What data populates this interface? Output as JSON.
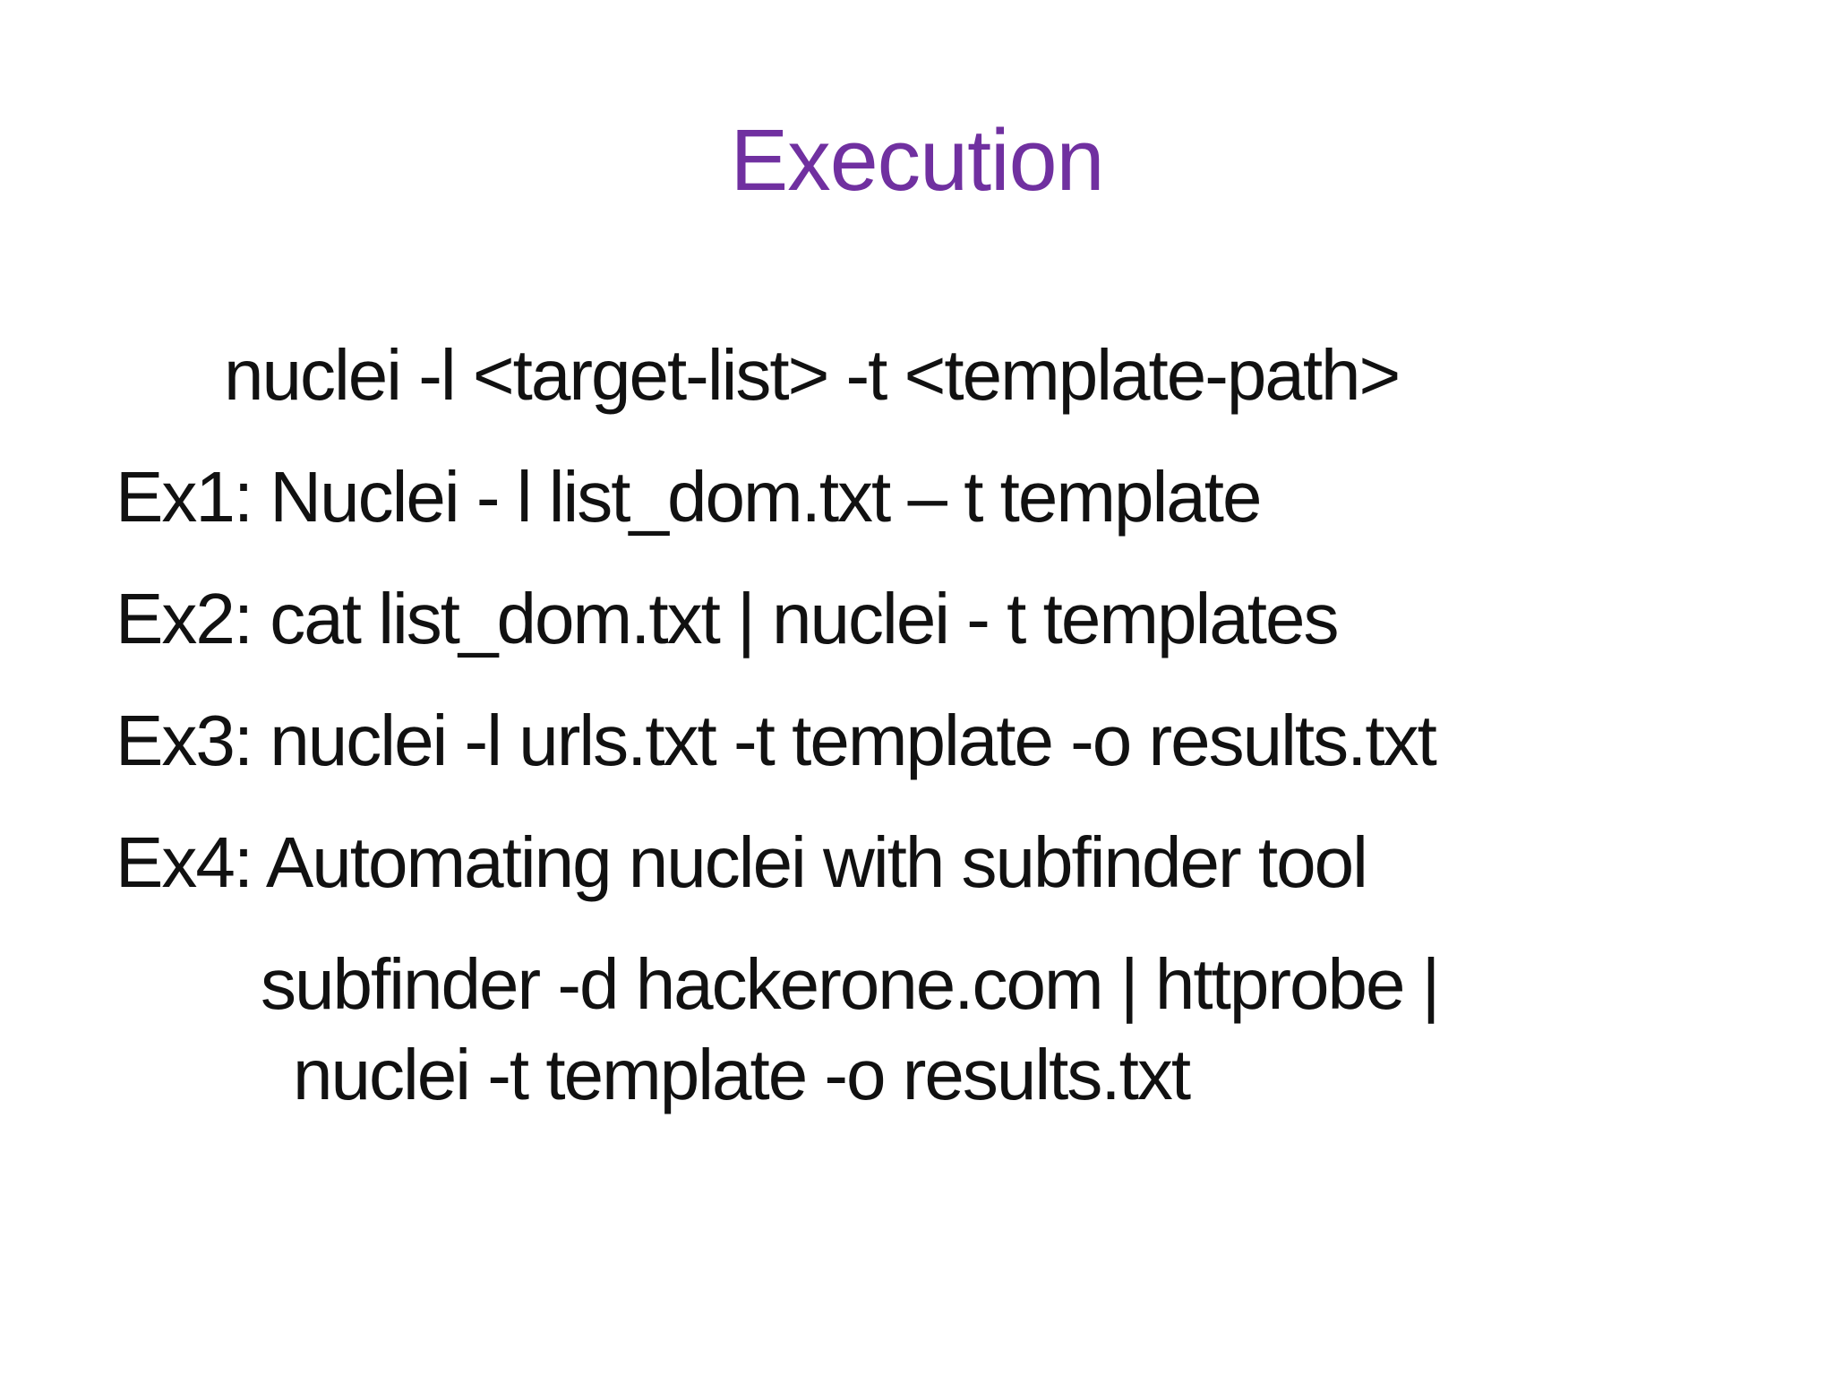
{
  "slide": {
    "title": "Execution",
    "colors": {
      "title": "#7030A0",
      "body": "#111111",
      "background": "#ffffff"
    },
    "lines": [
      {
        "id": "usage",
        "text": "nuclei -l <target-list> -t <template-path>"
      },
      {
        "id": "example-1",
        "text": "Ex1: Nuclei - l list_dom.txt – t template"
      },
      {
        "id": "example-2",
        "text": "Ex2: cat list_dom.txt | nuclei - t templates"
      },
      {
        "id": "example-3",
        "text": "Ex3: nuclei -l urls.txt -t template -o results.txt"
      },
      {
        "id": "example-4",
        "text": "Ex4: Automating nuclei with subfinder tool"
      },
      {
        "id": "example-4-cont-1",
        "text": "subfinder -d hackerone.com | httprobe |"
      },
      {
        "id": "example-4-cont-2",
        "text": "nuclei -t template -o results.txt"
      }
    ]
  }
}
